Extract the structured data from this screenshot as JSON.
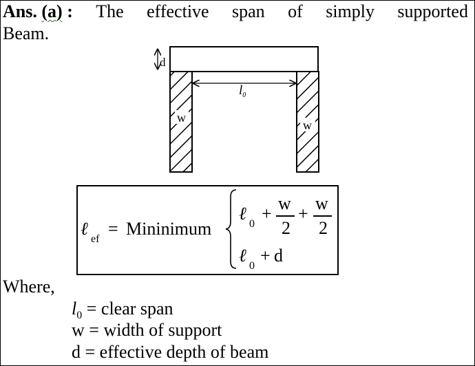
{
  "answer": {
    "label": "Ans.",
    "option": "(a)",
    "colon": ":",
    "words": [
      "The",
      "effective",
      "span",
      "of",
      "simply",
      "supported"
    ],
    "continuation": "Beam."
  },
  "figure": {
    "depth_label": "d",
    "span_label": "l",
    "span_subscript": "0",
    "support_left_label": "w",
    "support_right_label": "w"
  },
  "formula": {
    "lhs_symbol": "ℓ",
    "lhs_subscript": "ef",
    "equals": "=",
    "function_name": "Mininimum",
    "case1": {
      "symbol": "ℓ",
      "subscript": "0",
      "plus1": "+",
      "frac1_num": "w",
      "frac1_den": "2",
      "plus2": "+",
      "frac2_num": "w",
      "frac2_den": "2"
    },
    "case2": {
      "symbol": "ℓ",
      "subscript": "0",
      "plus": "+",
      "term": "d"
    }
  },
  "where": {
    "heading": "Where,",
    "definitions": [
      {
        "symbol": "l",
        "subscript": "0",
        "text": " = clear span"
      },
      {
        "symbol": "w",
        "subscript": "",
        "text": " = width of support"
      },
      {
        "symbol": "d",
        "subscript": "",
        "text": " = effective depth of beam"
      }
    ]
  }
}
